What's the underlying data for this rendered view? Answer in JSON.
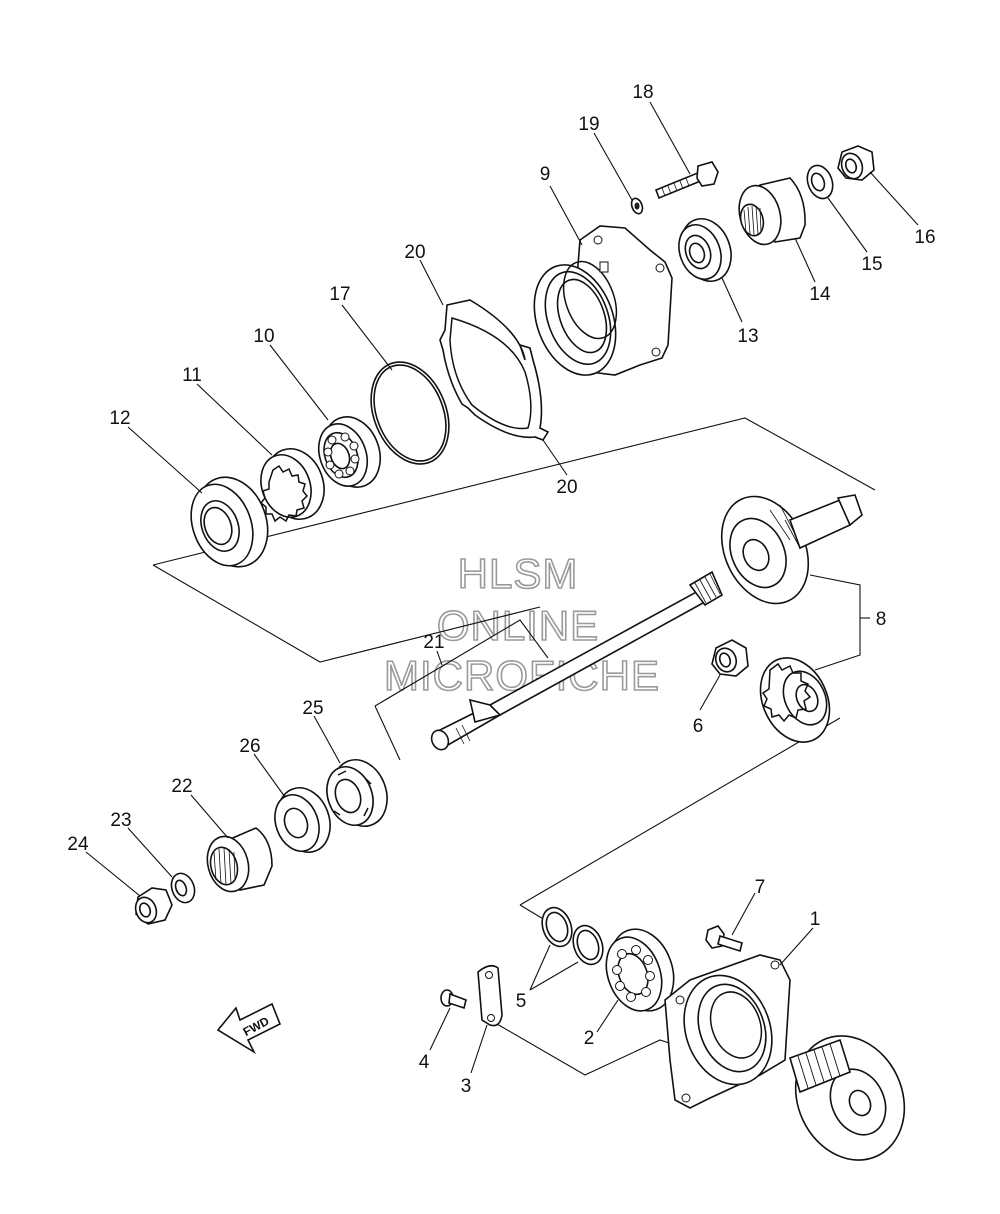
{
  "watermark": {
    "line1": "HLSM",
    "line2": "ONLINE",
    "line3": "MICROFICHE"
  },
  "direction_label": "FWD",
  "callouts": [
    {
      "id": "c1",
      "label": "1"
    },
    {
      "id": "c2",
      "label": "2"
    },
    {
      "id": "c3",
      "label": "3"
    },
    {
      "id": "c4",
      "label": "4"
    },
    {
      "id": "c5",
      "label": "5"
    },
    {
      "id": "c6",
      "label": "6"
    },
    {
      "id": "c7",
      "label": "7"
    },
    {
      "id": "c8",
      "label": "8"
    },
    {
      "id": "c9",
      "label": "9"
    },
    {
      "id": "c10",
      "label": "10"
    },
    {
      "id": "c11",
      "label": "11"
    },
    {
      "id": "c12",
      "label": "12"
    },
    {
      "id": "c13",
      "label": "13"
    },
    {
      "id": "c14",
      "label": "14"
    },
    {
      "id": "c15",
      "label": "15"
    },
    {
      "id": "c16",
      "label": "16"
    },
    {
      "id": "c17",
      "label": "17"
    },
    {
      "id": "c18",
      "label": "18"
    },
    {
      "id": "c19",
      "label": "19"
    },
    {
      "id": "c20a",
      "label": "20"
    },
    {
      "id": "c20b",
      "label": "20"
    },
    {
      "id": "c21",
      "label": "21"
    },
    {
      "id": "c22",
      "label": "22"
    },
    {
      "id": "c23",
      "label": "23"
    },
    {
      "id": "c24",
      "label": "24"
    },
    {
      "id": "c25",
      "label": "25"
    },
    {
      "id": "c26",
      "label": "26"
    }
  ]
}
